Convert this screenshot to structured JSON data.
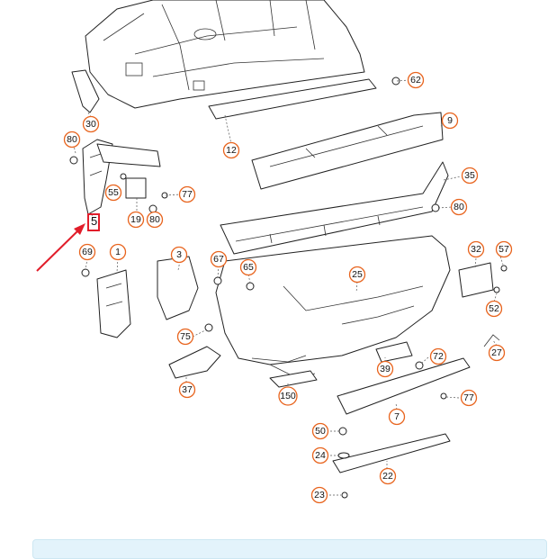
{
  "diagram": {
    "callouts": [
      "62",
      "9",
      "12",
      "30",
      "80",
      "55",
      "77",
      "19",
      "80",
      "35",
      "80",
      "5",
      "69",
      "1",
      "3",
      "67",
      "65",
      "25",
      "32",
      "57",
      "52",
      "75",
      "37",
      "27",
      "72",
      "39",
      "77",
      "150",
      "7",
      "50",
      "24",
      "22",
      "23"
    ],
    "highlighted_part": "5",
    "colors": {
      "callout": "#e8641e",
      "highlight": "#e11d2a",
      "arrow": "#e11d2a"
    }
  }
}
